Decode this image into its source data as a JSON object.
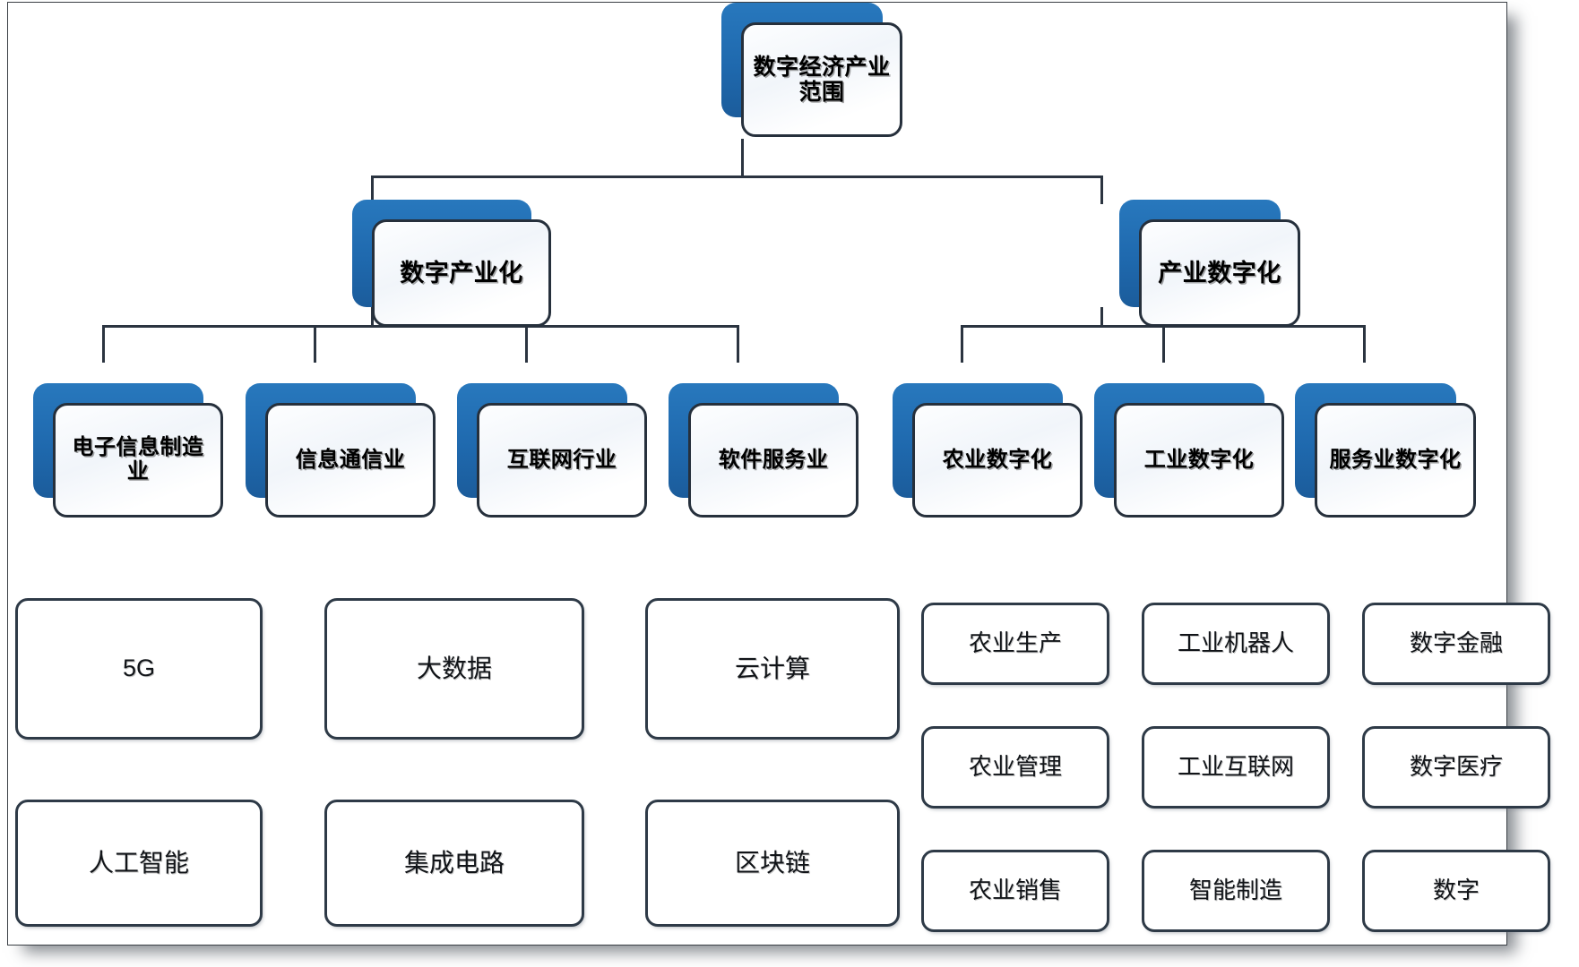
{
  "diagram": {
    "title": "数字经济产业范围",
    "type": "organizational-hierarchy",
    "root": {
      "label": "数字经济产业范围"
    },
    "level2": [
      {
        "label": "数字产业化"
      },
      {
        "label": "产业数字化"
      }
    ],
    "level3_left": [
      {
        "label": "电子信息制造业"
      },
      {
        "label": "信息通信业"
      },
      {
        "label": "互联网行业"
      },
      {
        "label": "软件服务业"
      }
    ],
    "level3_right": [
      {
        "label": "农业数字化"
      },
      {
        "label": "工业数字化"
      },
      {
        "label": "服务业数字化"
      }
    ],
    "leaves_left": [
      {
        "label": "5G"
      },
      {
        "label": "大数据"
      },
      {
        "label": "云计算"
      },
      {
        "label": "人工智能"
      },
      {
        "label": "集成电路"
      },
      {
        "label": "区块链"
      }
    ],
    "leaves_right": [
      {
        "label": "农业生产"
      },
      {
        "label": "工业机器人"
      },
      {
        "label": "数字金融"
      },
      {
        "label": "农业管理"
      },
      {
        "label": "工业互联网"
      },
      {
        "label": "数字医疗"
      },
      {
        "label": "农业销售"
      },
      {
        "label": "智能制造"
      },
      {
        "label": "数字"
      }
    ],
    "colors": {
      "accent_blue": "#1f6cb4",
      "border_dark": "#26303c",
      "canvas": "#ffffff",
      "text": "#000000"
    }
  }
}
